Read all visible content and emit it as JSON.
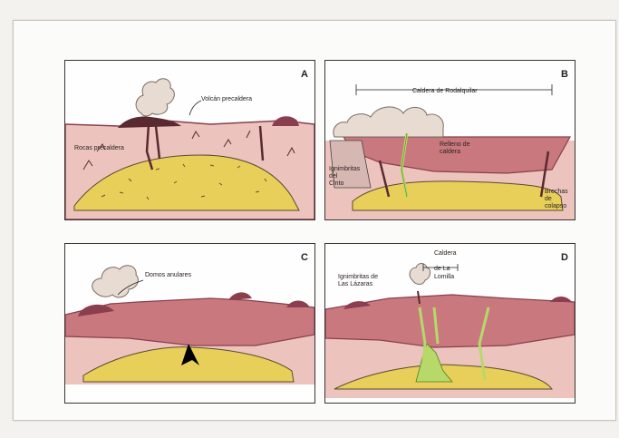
{
  "panels": [
    {
      "id": "A",
      "labels": {
        "volcan": "Volcán precaldera",
        "rocas": "Rocas precaldera"
      }
    },
    {
      "id": "B",
      "labels": {
        "caldera": "Caldera de Rodalquilar",
        "relleno_1": "Relleno de",
        "relleno_2": "caldera",
        "ign_1": "Ignimbritas",
        "ign_2": "del",
        "ign_3": "Cinto",
        "brechas_1": "Brechas",
        "brechas_2": "de",
        "brechas_3": "colapso"
      }
    },
    {
      "id": "C",
      "labels": {
        "domos": "Domos anulares"
      }
    },
    {
      "id": "D",
      "labels": {
        "caldera_1": "Caldera",
        "caldera_2": "de La",
        "caldera_3": "Lomilla",
        "ign_1": "Ignimbritas de",
        "ign_2": "Las Lázaras"
      }
    }
  ],
  "colors": {
    "basement": "#e8cf5a",
    "precaldera": "#ecc4bd",
    "fill": "#c9797e",
    "dome": "#8a3e4e",
    "ignimbrite": "#d7b7b2",
    "intrusion": "#b7d96a"
  }
}
